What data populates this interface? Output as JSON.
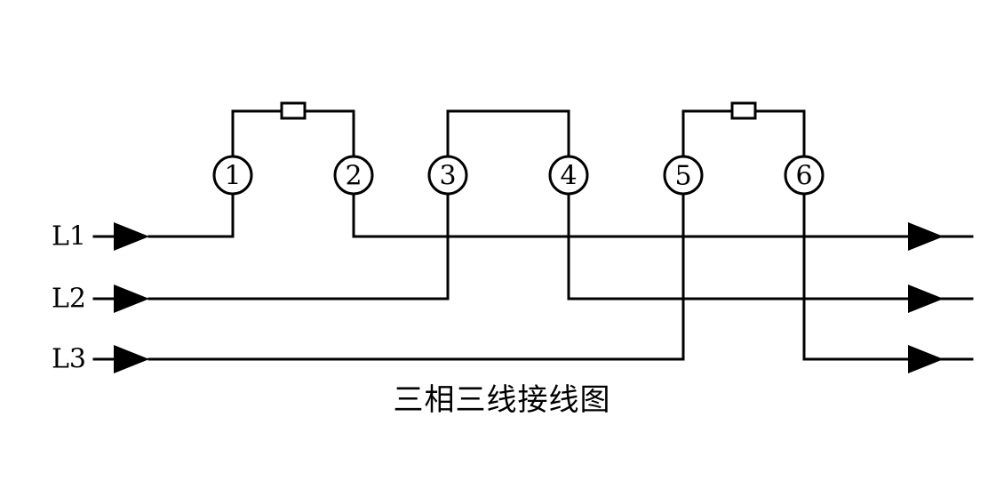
{
  "diagram": {
    "caption": "三相三线接线图",
    "lines": [
      {
        "id": "L1",
        "label": "L1"
      },
      {
        "id": "L2",
        "label": "L2"
      },
      {
        "id": "L3",
        "label": "L3"
      }
    ],
    "terminals": [
      {
        "label": "1"
      },
      {
        "label": "2"
      },
      {
        "label": "3"
      },
      {
        "label": "4"
      },
      {
        "label": "5"
      },
      {
        "label": "6"
      }
    ]
  }
}
